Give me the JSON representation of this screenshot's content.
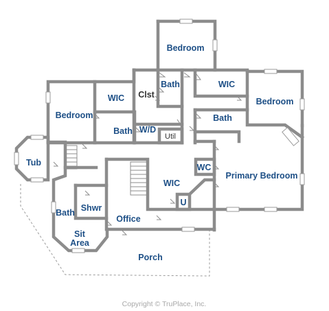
{
  "rooms": {
    "bedroom_top": "Bedroom",
    "bedroom_left": "Bedroom",
    "bedroom_right": "Bedroom",
    "wic_left": "WIC",
    "wic_right": "WIC",
    "wic_center": "WIC",
    "clst": "Clst",
    "bath_top": "Bath",
    "bath_center": "Bath",
    "bath_right": "Bath",
    "bath_left": "Bath",
    "wd": "W/D",
    "util": "Util",
    "tub": "Tub",
    "wc": "WC",
    "primary_bedroom": "Primary Bedroom",
    "u": "U",
    "shwr": "Shwr",
    "office": "Office",
    "sit_area_line1": "Sit",
    "sit_area_line2": "Area",
    "porch": "Porch"
  },
  "copyright": "Copyright © TruPlace, Inc."
}
